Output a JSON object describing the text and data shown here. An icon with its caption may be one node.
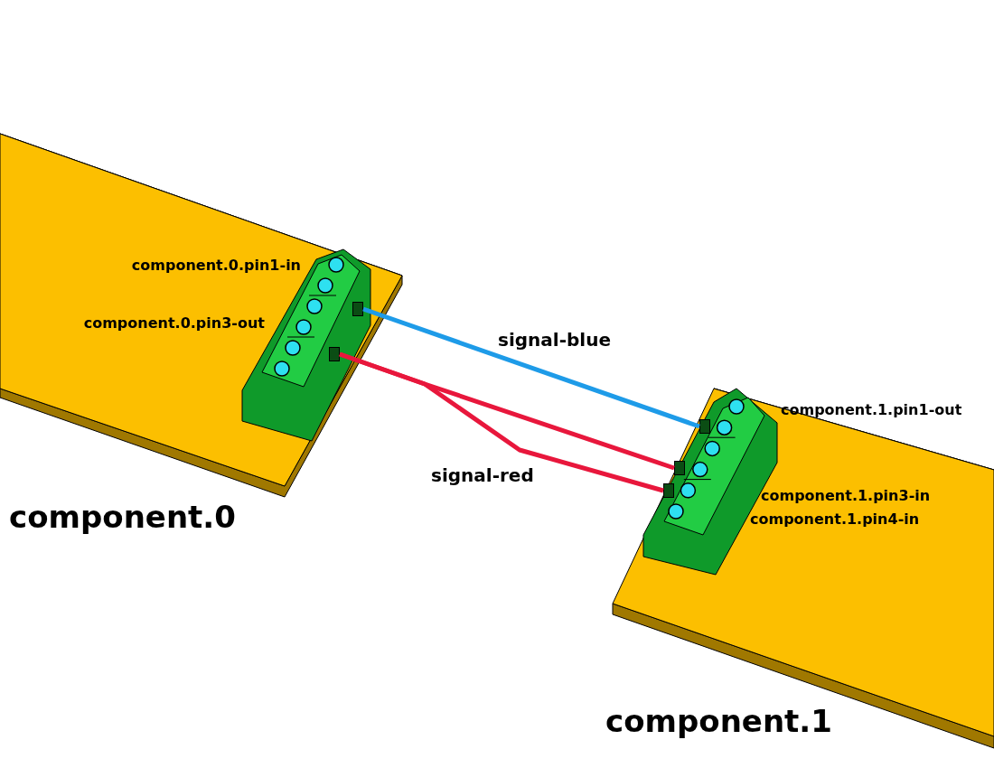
{
  "diagram": {
    "nodes": [
      {
        "text": [
          "component.0"
        ]
      },
      {
        "text": [],
        "shape": "picture",
        "in": 0
      },
      {
        "text": [],
        "shape": "box",
        "in": 1
      },
      {
        "text": [],
        "shape": "box",
        "in": 1
      },
      {
        "text": [
          "component.1"
        ]
      },
      {
        "text": [],
        "shape": "picture",
        "in": 4
      },
      {
        "text": [],
        "shape": "box",
        "in": 5
      },
      {
        "text": [],
        "shape": "box",
        "in": 5
      },
      {
        "text": [],
        "shape": "box",
        "in": 5
      }
    ],
    "edges": [
      {
        "from": 2,
        "to": 6,
        "arrow": "none",
        "label": "signal-blue",
        "color": "#1e9be8"
      },
      {
        "from": 3,
        "to": 7,
        "arrow": "none"
      },
      {
        "from": 3,
        "to": 8,
        "arrow": "none",
        "label": "signal-red"
      }
    ],
    "labels": [
      "component.0.pin1-in",
      "component.0.pin3-out",
      "component.1.pin1-out",
      "component.1.pin3-in",
      "component.1.pin4-in"
    ]
  }
}
